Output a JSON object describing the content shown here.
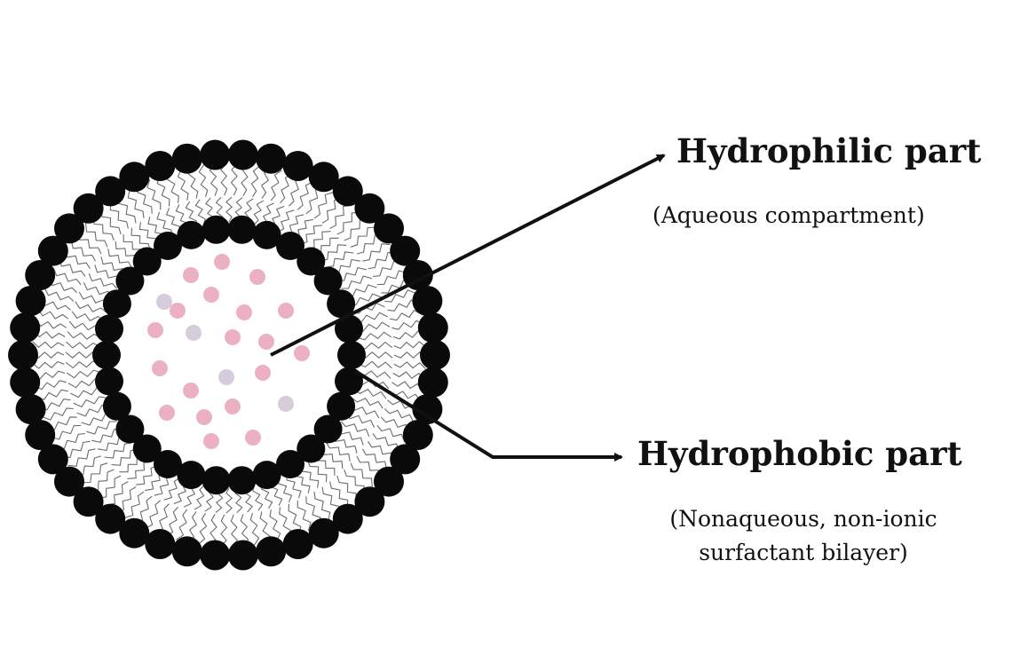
{
  "labels": {
    "hydrophilic_title": "Hydrophilic part",
    "hydrophilic_subtitle": "(Aqueous compartment)",
    "hydrophobic_title": "Hydrophobic part",
    "hydrophobic_subtitle_line1": "(Nonaqueous, non-ionic",
    "hydrophobic_subtitle_line2": "surfactant bilayer)"
  },
  "colors": {
    "head": "#0a0a0a",
    "tail": "#6b6b6b",
    "solute": "#e7a3b7",
    "solute_alt": "#cfc3d6",
    "arrow": "#111111",
    "background": "#ffffff"
  }
}
